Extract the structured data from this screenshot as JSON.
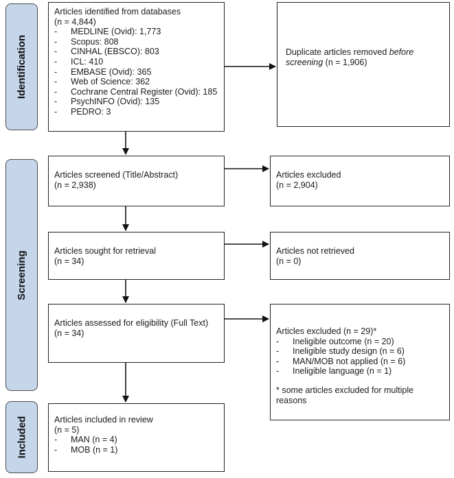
{
  "stages": {
    "identification": "Identification",
    "screening": "Screening",
    "included": "Included"
  },
  "identified": {
    "title": "Articles identified from databases",
    "count": "(n = 4,844)",
    "dash": "-",
    "sources": [
      "MEDLINE (Ovid): 1,773",
      "Scopus: 808",
      "CINHAL (EBSCO): 803",
      "ICL: 410",
      "EMBASE (Ovid): 365",
      "Web of Science: 362",
      "Cochrane Central Register (Ovid): 185",
      "PsychINFO (Ovid): 135",
      "PEDRO: 3"
    ]
  },
  "duplicates": {
    "text_a": "Duplicate articles removed ",
    "text_italic": "before screening",
    "text_b": " (n = 1,906)"
  },
  "screened": {
    "title": "Articles screened (Title/Abstract)",
    "count": "(n = 2,938)"
  },
  "excluded_screen": {
    "title": "Articles excluded",
    "count": "(n = 2,904)"
  },
  "sought": {
    "title": "Articles sought for retrieval",
    "count": "(n = 34)"
  },
  "not_retrieved": {
    "title": "Articles not retrieved",
    "count": "(n = 0)"
  },
  "assessed": {
    "title": "Articles assessed for eligibility (Full Text)",
    "count": "(n = 34)"
  },
  "excluded_full": {
    "title": "Articles excluded (n = 29)*",
    "dash": "-",
    "reasons": [
      "Ineligible outcome (n = 20)",
      "Ineligible study design (n = 6)",
      "MAN/MOB not applied (n = 6)",
      "Ineligible language (n = 1)"
    ],
    "footnote": "* some articles excluded for multiple reasons"
  },
  "included": {
    "title": "Articles included in review",
    "count": "(n = 5)",
    "dash": "-",
    "items": [
      "MAN (n = 4)",
      "MOB (n = 1)"
    ]
  }
}
